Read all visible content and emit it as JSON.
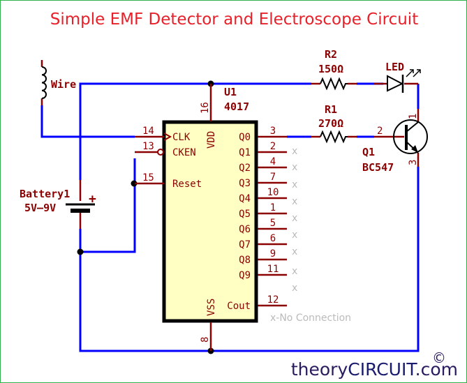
{
  "title": "Simple EMF Detector and Electroscope Circuit",
  "colors": {
    "title": "#e8202a",
    "wire": "#0000ff",
    "component": "#8b0000",
    "ic_fill": "#ffffc4",
    "no_connect": "#bbbbbb",
    "border": "#2eb04a"
  },
  "components": {
    "antenna": {
      "label": "Wire"
    },
    "battery": {
      "ref": "Battery1",
      "value": "5V–9V",
      "polarity": "+"
    },
    "ic": {
      "ref": "U1",
      "value": "4017",
      "left_pins": [
        {
          "num": "14",
          "name": "CLK"
        },
        {
          "num": "13",
          "name": "CKEN"
        },
        {
          "num": "15",
          "name": "Reset"
        }
      ],
      "top_pin": {
        "num": "16",
        "name": "VDD"
      },
      "bottom_pin": {
        "num": "8",
        "name": "VSS"
      },
      "right_pins": [
        {
          "num": "3",
          "name": "Q0"
        },
        {
          "num": "2",
          "name": "Q1"
        },
        {
          "num": "4",
          "name": "Q2"
        },
        {
          "num": "7",
          "name": "Q3"
        },
        {
          "num": "10",
          "name": "Q4"
        },
        {
          "num": "1",
          "name": "Q5"
        },
        {
          "num": "5",
          "name": "Q6"
        },
        {
          "num": "6",
          "name": "Q7"
        },
        {
          "num": "9",
          "name": "Q8"
        },
        {
          "num": "11",
          "name": "Q9"
        },
        {
          "num": "12",
          "name": "Cout"
        }
      ]
    },
    "r2": {
      "ref": "R2",
      "value": "150Ω"
    },
    "r1": {
      "ref": "R1",
      "value": "270Ω"
    },
    "led": {
      "ref": "LED"
    },
    "q1": {
      "ref": "Q1",
      "value": "BC547",
      "pins": {
        "collector": "1",
        "base": "2",
        "emitter": "3"
      }
    }
  },
  "no_connection_mark": "x",
  "legend": "x-No Connection",
  "watermark": {
    "prefix": "theory",
    "main": "CIRCUIT",
    "suffix": ".com",
    "copyright": "©"
  }
}
